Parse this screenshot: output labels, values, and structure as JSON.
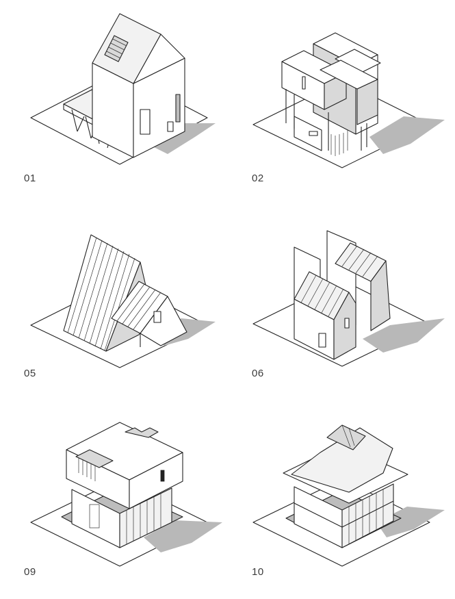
{
  "diagrams": [
    {
      "label": "01"
    },
    {
      "label": "02"
    },
    {
      "label": "05"
    },
    {
      "label": "06"
    },
    {
      "label": "09"
    },
    {
      "label": "10"
    }
  ]
}
